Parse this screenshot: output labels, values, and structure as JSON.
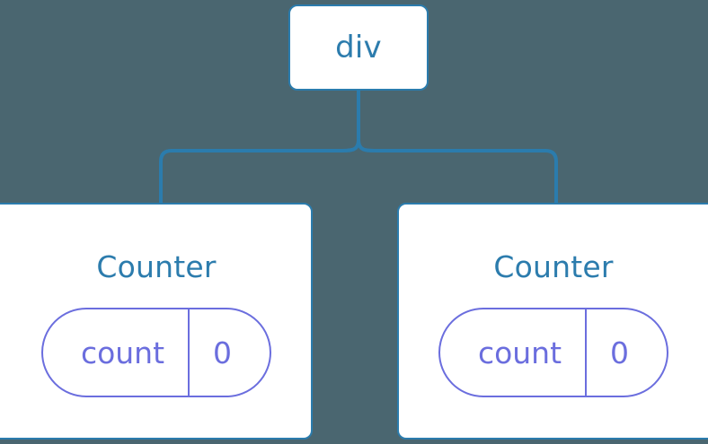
{
  "diagram": {
    "type": "component-tree",
    "background_color": "#4a6670",
    "node_border_color": "#2b7cad",
    "node_text_color": "#2c7cad",
    "connector_color": "#2b7cad",
    "state_color": "#6b6ede"
  },
  "root": {
    "label": "div"
  },
  "children": [
    {
      "title": "Counter",
      "state": {
        "key": "count",
        "value": "0"
      }
    },
    {
      "title": "Counter",
      "state": {
        "key": "count",
        "value": "0"
      }
    }
  ]
}
